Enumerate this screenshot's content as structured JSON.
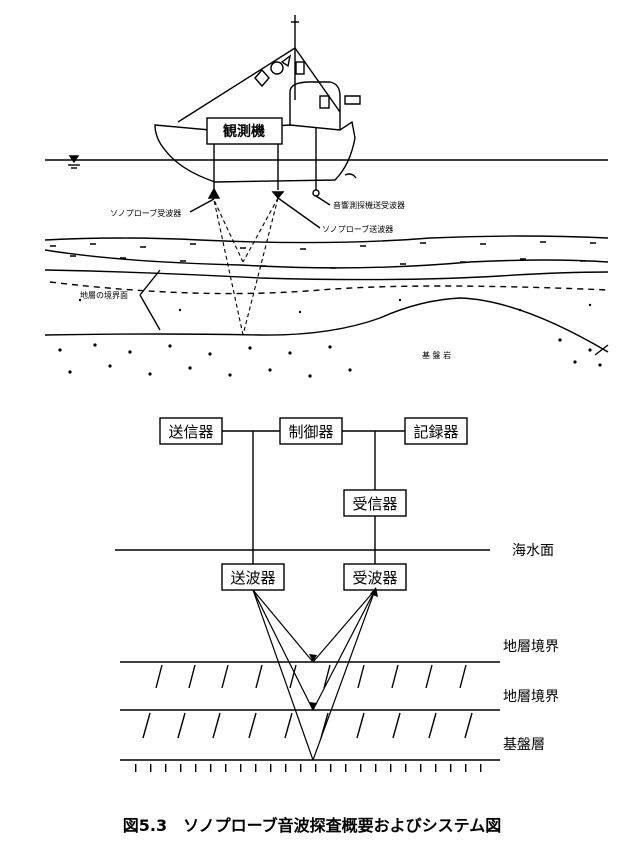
{
  "top_diagram": {
    "ship_label": "観測機",
    "labels": {
      "receiver": "ソノプローブ受波器",
      "echo_sounder": "音響測探機送受波器",
      "transmitter": "ソノプローブ送波器",
      "boundary": "地層の境界面",
      "bedrock": "基 盤 岩"
    }
  },
  "system_diagram": {
    "boxes": {
      "sender": "送信器",
      "controller": "制御器",
      "recorder": "記録器",
      "receiver_unit": "受信器",
      "transmitter": "送波器",
      "receiver": "受波器"
    },
    "layers": {
      "sea_surface": "海水面",
      "boundary1": "地層境界",
      "boundary2": "地層境界",
      "basement": "基盤層"
    }
  },
  "caption": "図5.3　ソノプローブ音波探査概要およびシステム図"
}
